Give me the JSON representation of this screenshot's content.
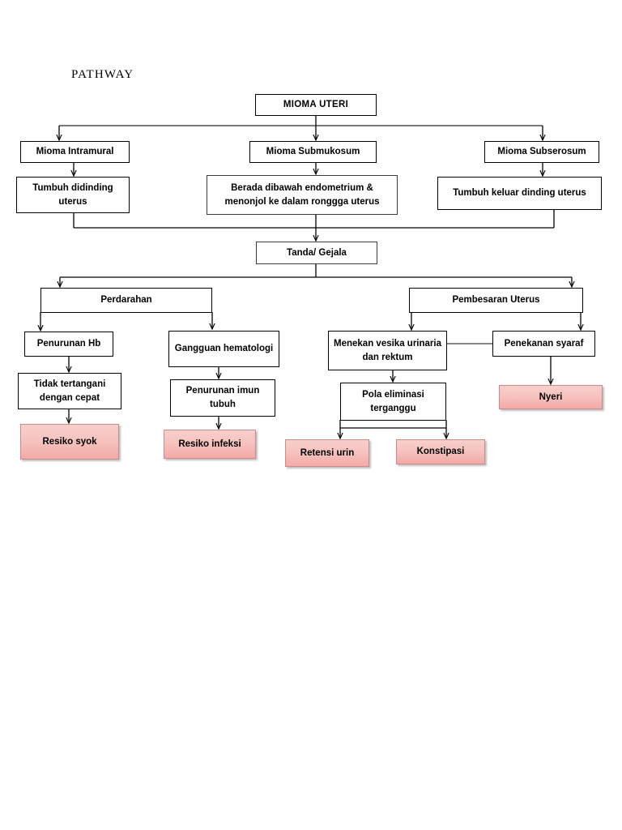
{
  "document": {
    "title": "PATHWAY",
    "type": "clinical pathway flowchart",
    "subject": "Mioma Uteri"
  },
  "colors": {
    "outcome_fill_light": "#f8cfcc",
    "outcome_fill_dark": "#f3aaa6",
    "outcome_border": "#c98b8b",
    "node_border": "#000000",
    "node_fill": "#ffffff",
    "text": "#000000",
    "connector": "#000000"
  },
  "nodes": {
    "root": {
      "label": "MIOMA UTERI"
    },
    "type_intramural": {
      "label": "Mioma Intramural"
    },
    "type_submukosum": {
      "label": "Mioma Submukosum"
    },
    "type_subserosum": {
      "label": "Mioma Subserosum"
    },
    "desc_intramural": {
      "label": "Tumbuh didinding uterus"
    },
    "desc_submukosum": {
      "label": "Berada dibawah endometrium & menonjol ke dalam ronggga uterus"
    },
    "desc_subserosum": {
      "label": "Tumbuh keluar dinding uterus"
    },
    "signs": {
      "label": "Tanda/ Gejala"
    },
    "bleeding": {
      "label": "Perdarahan"
    },
    "enlargement": {
      "label": "Pembesaran Uterus"
    },
    "hb_drop": {
      "label": "Penurunan Hb"
    },
    "untreated": {
      "label": "Tidak tertangani dengan cepat"
    },
    "shock_risk": {
      "label": "Resiko syok"
    },
    "hematology": {
      "label": "Gangguan hematologi"
    },
    "immune_drop": {
      "label": "Penurunan imun tubuh"
    },
    "infection_risk": {
      "label": "Resiko infeksi"
    },
    "pressure_bladder": {
      "label": "Menekan vesika urinaria dan rektum"
    },
    "elimination": {
      "label": "Pola eliminasi terganggu"
    },
    "urine_retention": {
      "label": "Retensi urin"
    },
    "constipation": {
      "label": "Konstipasi"
    },
    "nerve_pressure": {
      "label": "Penekanan syaraf"
    },
    "pain": {
      "label": "Nyeri"
    }
  }
}
